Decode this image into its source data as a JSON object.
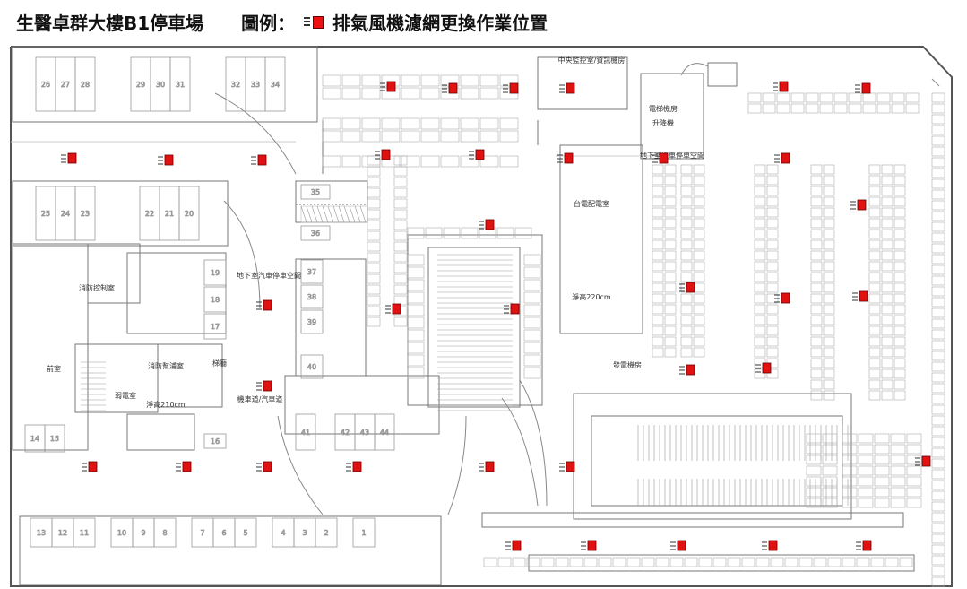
{
  "header": {
    "title": "生醫卓群大樓B1停車場",
    "legend_prefix": "圖例：",
    "legend_text": "排氣風機濾網更換作業位置",
    "legend_icon": "exhaust-fan-marker-icon"
  },
  "plan": {
    "stall_rows": [
      [
        "26",
        "27",
        "28",
        "29",
        "30",
        "31",
        "32",
        "33",
        "34"
      ],
      [
        "25",
        "24",
        "23",
        "22",
        "21",
        "20"
      ],
      [
        "19",
        "18",
        "17",
        "16"
      ],
      [
        "35",
        "36",
        "37",
        "38",
        "39",
        "40"
      ],
      [
        "41",
        "42",
        "43",
        "44"
      ],
      [
        "14",
        "15"
      ],
      [
        "13",
        "12",
        "11",
        "10",
        "9",
        "8",
        "7",
        "6",
        "5",
        "4",
        "3",
        "2",
        "1"
      ]
    ],
    "room_labels": [
      "地下室汽車停車空間",
      "地下室機車停車空間",
      "台電配電室",
      "淨高220cm",
      "淨高210cm",
      "中央監控室/資訊機房",
      "消防幫浦室",
      "電梯機房",
      "機車道/汽車道",
      "消防控制室",
      "前室",
      "梯廳",
      "發電機房",
      "弱電室",
      "升降機"
    ],
    "colors": {
      "marker": "#e11111",
      "wall": "#555555",
      "line": "#999999"
    }
  }
}
